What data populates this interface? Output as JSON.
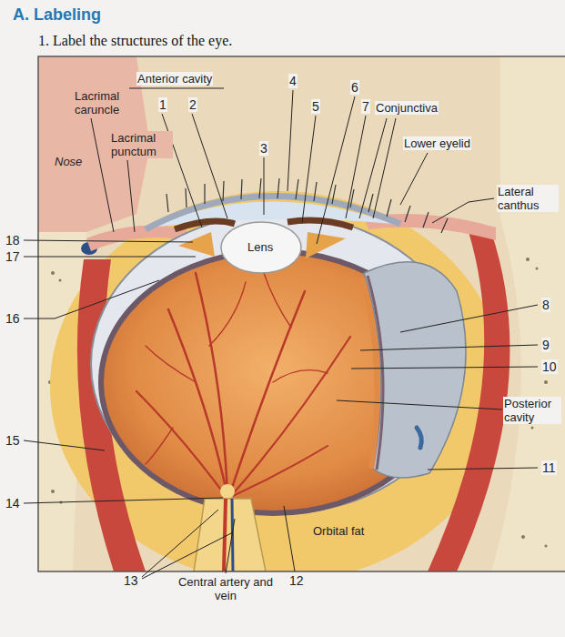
{
  "diagram": {
    "title": "A. Labeling",
    "labels": [
      "1. Label the structures of the eye.",
      "Anterior cavity",
      "1",
      "2",
      "4",
      "6",
      "5",
      "7",
      "Conjunctiva",
      "Lacrimal caruncle",
      "Lacrimal punctum",
      "Nose",
      "3",
      "Lower eyelid",
      "Lateral canthus",
      "Lens",
      "18",
      "17",
      "8",
      "16",
      "9",
      "10",
      "Posterior cavity",
      "15",
      "11",
      "14",
      "Orbital fat",
      "13",
      "Central artery and vein",
      "12"
    ]
  }
}
